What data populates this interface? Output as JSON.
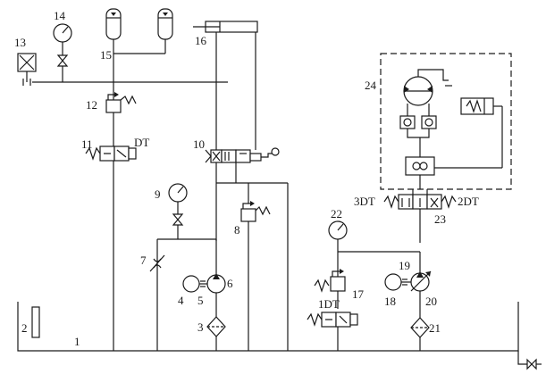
{
  "labels": {
    "c1": "1",
    "c2": "2",
    "c3": "3",
    "c4": "4",
    "c5": "5",
    "c6": "6",
    "c7": "7",
    "c8": "8",
    "c9": "9",
    "c10": "10",
    "c11": "11",
    "c12": "12",
    "c13": "13",
    "c14": "14",
    "c15": "15",
    "c16": "16",
    "c17": "17",
    "c18": "18",
    "c19": "19",
    "c20": "20",
    "c21": "21",
    "c22": "22",
    "c23": "23",
    "c24": "24"
  },
  "solenoids": {
    "dt": "DT",
    "dt1": "1DT",
    "dt2": "2DT",
    "dt3": "3DT"
  }
}
